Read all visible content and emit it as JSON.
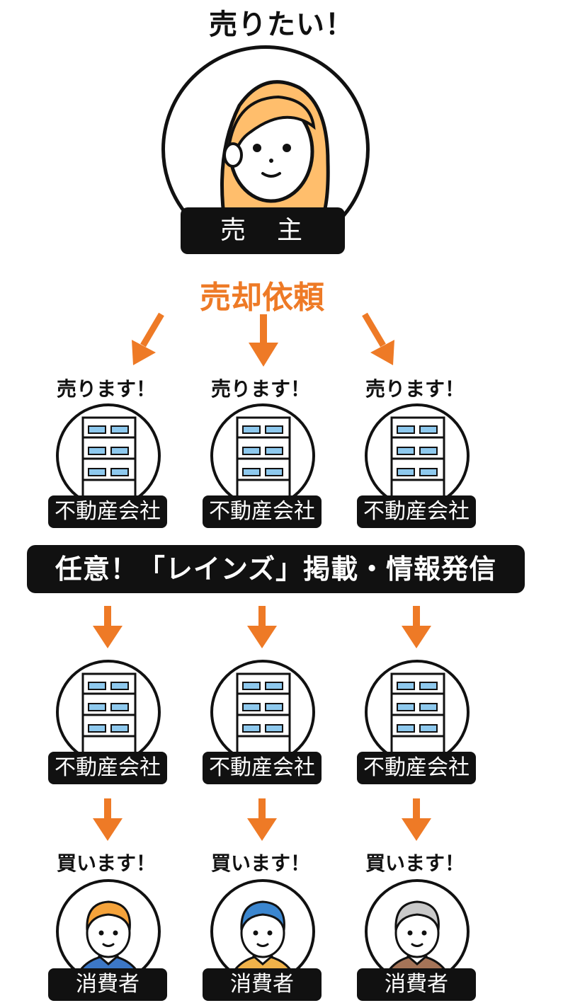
{
  "title": "売りたい！",
  "seller": {
    "label": "売　主"
  },
  "request_label": "売却依頼",
  "agencies_top": [
    {
      "callout": "売ります！",
      "label": "不動産会社"
    },
    {
      "callout": "売ります！",
      "label": "不動産会社"
    },
    {
      "callout": "売ります！",
      "label": "不動産会社"
    }
  ],
  "info_bar": "任意！「レインズ」掲載・情報発信",
  "agencies_bottom": [
    {
      "label": "不動産会社"
    },
    {
      "label": "不動産会社"
    },
    {
      "label": "不動産会社"
    }
  ],
  "consumers": [
    {
      "callout": "買います！",
      "label": "消費者",
      "hair_color": "#f5a33b",
      "shirt_color": "#3c77c6"
    },
    {
      "callout": "買います！",
      "label": "消費者",
      "hair_color": "#3b86cf",
      "shirt_color": "#f0b24a"
    },
    {
      "callout": "買います！",
      "label": "消費者",
      "hair_color": "#c9c9c9",
      "shirt_color": "#a57458"
    }
  ],
  "colors": {
    "accent": "#ee7a26",
    "ink": "#111111",
    "seller_hair": "#ffbe6c",
    "window": "#8ec9ee"
  }
}
